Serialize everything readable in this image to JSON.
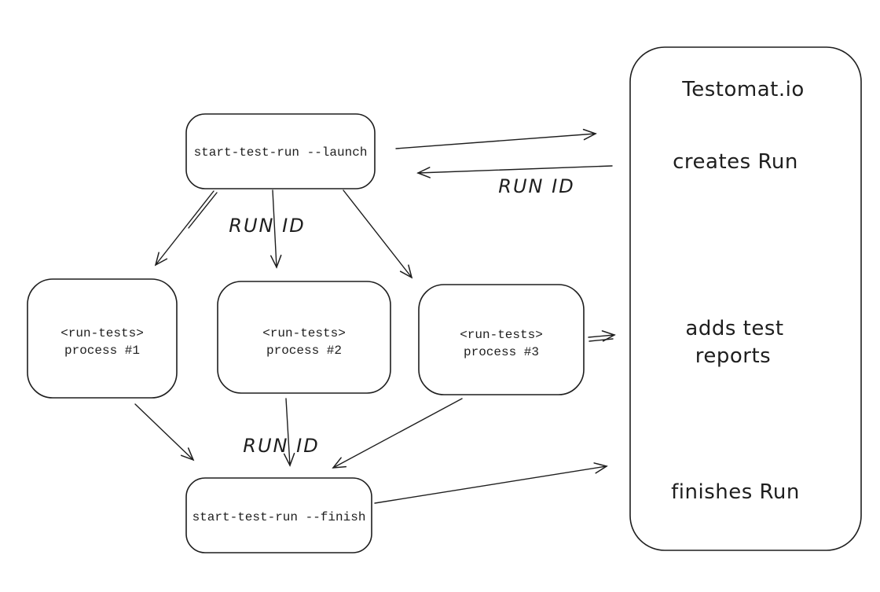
{
  "colors": {
    "stroke": "#1e1e1e",
    "background": "#ffffff"
  },
  "nodes": {
    "launch": {
      "label": "start-test-run --launch"
    },
    "process1": {
      "line1": "<run-tests>",
      "line2": "process #1"
    },
    "process2": {
      "line1": "<run-tests>",
      "line2": "process #2"
    },
    "process3": {
      "line1": "<run-tests>",
      "line2": "process #3"
    },
    "finish": {
      "label": "start-test-run --finish"
    }
  },
  "panel": {
    "title": "Testomat.io",
    "creates_run": "creates Run",
    "adds_test_line1": "adds test",
    "adds_test_line2": "reports",
    "finishes_run": "finishes Run"
  },
  "labels": {
    "run_id": "RUN ID"
  },
  "edges": [
    {
      "from": "start-test-run --launch",
      "to": "Testomat.io",
      "label": ""
    },
    {
      "from": "Testomat.io",
      "to": "start-test-run --launch",
      "label": "RUN ID"
    },
    {
      "from": "start-test-run --launch",
      "to": "<run-tests> process #1",
      "label": ""
    },
    {
      "from": "start-test-run --launch",
      "to": "<run-tests> process #2",
      "label": "RUN ID"
    },
    {
      "from": "start-test-run --launch",
      "to": "<run-tests> process #3",
      "label": ""
    },
    {
      "from": "<run-tests> process #1",
      "to": "start-test-run --finish",
      "label": ""
    },
    {
      "from": "<run-tests> process #2",
      "to": "start-test-run --finish",
      "label": "RUN ID"
    },
    {
      "from": "<run-tests> process #3",
      "to": "start-test-run --finish",
      "label": ""
    },
    {
      "from": "<run-tests> process #3",
      "to": "Testomat.io",
      "label": ""
    },
    {
      "from": "start-test-run --finish",
      "to": "Testomat.io",
      "label": ""
    }
  ]
}
